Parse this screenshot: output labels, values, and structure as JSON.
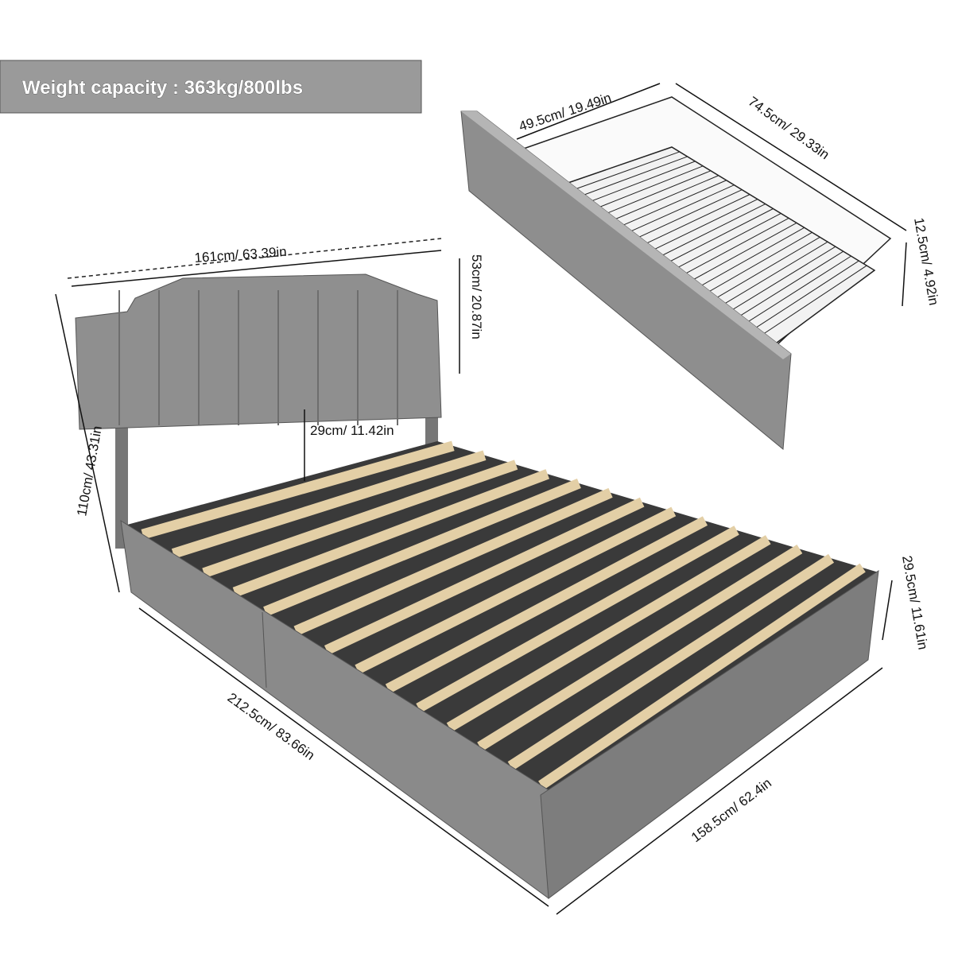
{
  "banner": {
    "text": "Weight capacity : 363kg/800lbs"
  },
  "dimensions": {
    "headboard_width": "161cm/ 63.39in",
    "headboard_height": "53cm/ 20.87in",
    "total_height": "110cm/ 43.31in",
    "under_headboard_gap": "29cm/ 11.42in",
    "bed_length": "212.5cm/ 83.66in",
    "bed_width": "158.5cm/ 62.4in",
    "rail_height": "29.5cm/ 11.61in",
    "drawer_depth": "49.5cm/ 19.49in",
    "drawer_length": "74.5cm/ 29.33in",
    "drawer_height": "12.5cm/ 4.92in"
  },
  "colors": {
    "banner": "#9a9a9a",
    "upholstery": "#8c8c8c",
    "slats": "#e3cfa6",
    "frame": "#2a2a2a"
  }
}
